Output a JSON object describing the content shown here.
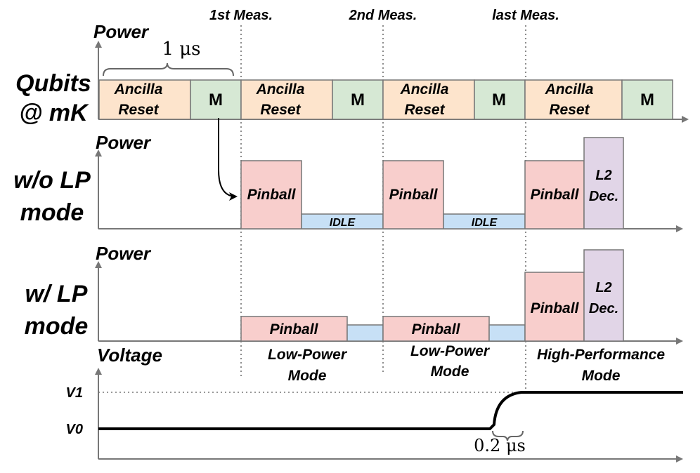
{
  "header": {
    "meas1": "1st Meas.",
    "meas2": "2nd Meas.",
    "meas3": "last Meas."
  },
  "qubits": {
    "axis_label": "Power",
    "row_label_line1": "Qubits",
    "row_label_line2": "@ mK",
    "span_label": "1 μs",
    "blocks": [
      {
        "line1": "Ancilla",
        "line2": "Reset"
      },
      {
        "line1": "M"
      },
      {
        "line1": "Ancilla",
        "line2": "Reset"
      },
      {
        "line1": "M"
      },
      {
        "line1": "Ancilla",
        "line2": "Reset"
      },
      {
        "line1": "M"
      },
      {
        "line1": "Ancilla",
        "line2": "Reset"
      },
      {
        "line1": "M"
      }
    ]
  },
  "without_lp": {
    "axis_label": "Power",
    "row_label_line1": "w/o LP",
    "row_label_line2": "mode",
    "blocks": [
      {
        "line1": "Pinball"
      },
      {
        "line1": "IDLE"
      },
      {
        "line1": "Pinball"
      },
      {
        "line1": "IDLE"
      },
      {
        "line1": "Pinball"
      },
      {
        "line1": "L2",
        "line2": "Dec."
      }
    ]
  },
  "with_lp": {
    "axis_label": "Power",
    "row_label_line1": "w/ LP",
    "row_label_line2": "mode",
    "blocks": [
      {
        "line1": "Pinball"
      },
      {
        "line1": ""
      },
      {
        "line1": "Pinball"
      },
      {
        "line1": ""
      },
      {
        "line1": "Pinball"
      },
      {
        "line1": "L2",
        "line2": "Dec."
      }
    ]
  },
  "voltage": {
    "axis_label": "Voltage",
    "v1": "V1",
    "v0": "V0",
    "delay_label": "0.2 μs",
    "modes": [
      {
        "line1": "Low-Power",
        "line2": "Mode"
      },
      {
        "line1": "Low-Power",
        "line2": "Mode"
      },
      {
        "line1": "High-Performance",
        "line2": "Mode"
      }
    ]
  },
  "colors": {
    "ancilla": "#fde4cc",
    "measure": "#d6e8d4",
    "pinball": "#f8cecc",
    "idle": "#c7e0f6",
    "decoder": "#e1d5e7",
    "axis": "#777777",
    "outline": "#555555"
  }
}
